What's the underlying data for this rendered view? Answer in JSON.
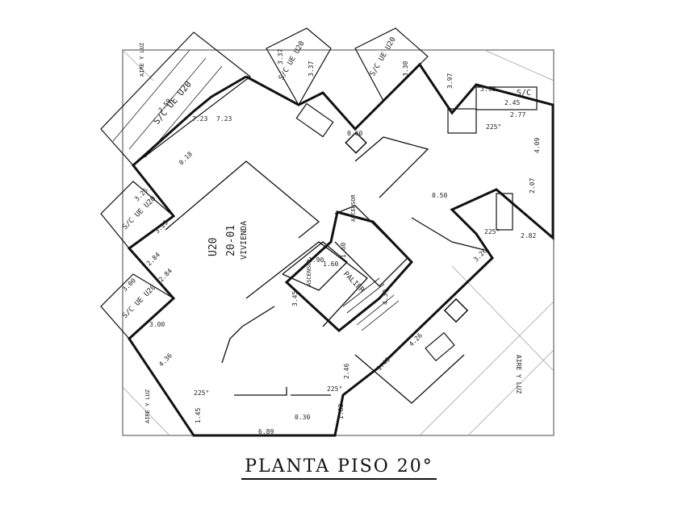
{
  "drawing": {
    "title": "PLANTA PISO 20°",
    "unit_code": "U20",
    "unit_number": "20-01",
    "unit_use": "VIVIENDA",
    "air_light_top": "AIRE Y LUZ",
    "air_light_right": "AIRE Y LUZ",
    "air_light_bottom": "AIRE Y LUZ",
    "balcony_label": "S/C UE U20",
    "sc_label": "S/C",
    "stair_label": "PALIER",
    "elevator_label": "ASCENSOR",
    "angle_label": "225°",
    "dimensions": [
      "7.59",
      "7.23",
      "7.23",
      "3.37",
      "3.37",
      "3.30",
      "3.97",
      "4.09",
      "2.07",
      "2.82",
      "3.26",
      "3.25",
      "3.25",
      "3.00",
      "3.00",
      "2.84",
      "2.84",
      "4.36",
      "1.45",
      "6.89",
      "2.46",
      "1.45",
      "4.26",
      "4.30",
      "1.90",
      "1.60",
      "1.60",
      "0.18",
      "0.60",
      "0.50",
      "0.30",
      "3.98",
      "2.77",
      "2.45",
      "1.82",
      "3.45"
    ]
  }
}
